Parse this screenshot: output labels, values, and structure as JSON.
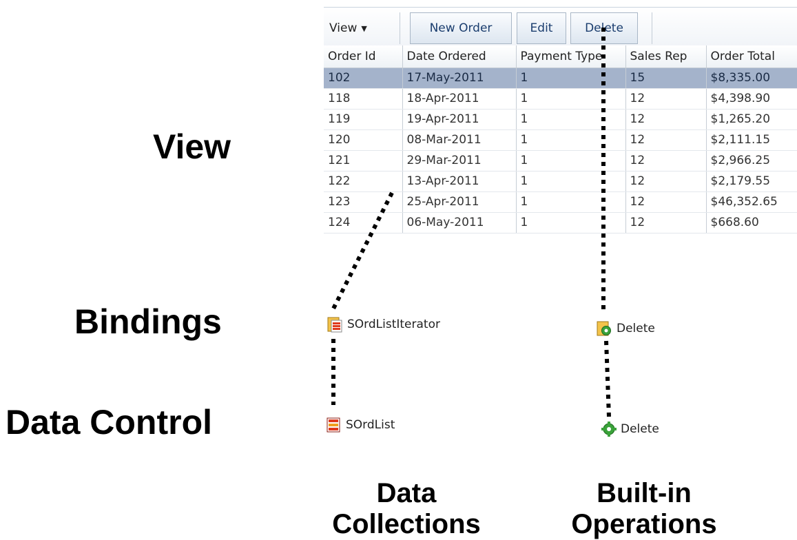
{
  "layers": {
    "view": "View",
    "bindings": "Bindings",
    "data_control": "Data Control"
  },
  "categories": {
    "collections": [
      "Data",
      "Collections"
    ],
    "operations": [
      "Built-in",
      "Operations"
    ]
  },
  "toolbar": {
    "view_label": "View",
    "new_order_label": "New Order",
    "edit_label": "Edit",
    "delete_label": "Delete"
  },
  "table": {
    "columns": [
      "Order Id",
      "Date Ordered",
      "Payment Type",
      "Sales Rep",
      "Order Total"
    ],
    "rows": [
      [
        "102",
        "17-May-2011",
        "1",
        "15",
        "$8,335.00"
      ],
      [
        "118",
        "18-Apr-2011",
        "1",
        "12",
        "$4,398.90"
      ],
      [
        "119",
        "19-Apr-2011",
        "1",
        "12",
        "$1,265.20"
      ],
      [
        "120",
        "08-Mar-2011",
        "1",
        "12",
        "$2,111.15"
      ],
      [
        "121",
        "29-Mar-2011",
        "1",
        "12",
        "$2,966.25"
      ],
      [
        "122",
        "13-Apr-2011",
        "1",
        "12",
        "$2,179.55"
      ],
      [
        "123",
        "25-Apr-2011",
        "1",
        "12",
        "$46,352.65"
      ],
      [
        "124",
        "06-May-2011",
        "1",
        "12",
        "$668.60"
      ]
    ],
    "selected_row": 0
  },
  "bindings": {
    "iterator_label": "SOrdListIterator",
    "action_label": "Delete"
  },
  "data_control": {
    "collection_label": "SOrdList",
    "operation_label": "Delete"
  },
  "colors": {
    "selected_row": "#a4b3cb",
    "toolbar_text": "#1a3d6e",
    "collection_icon": "#e03a1e",
    "gear_icon": "#3aa23a"
  }
}
